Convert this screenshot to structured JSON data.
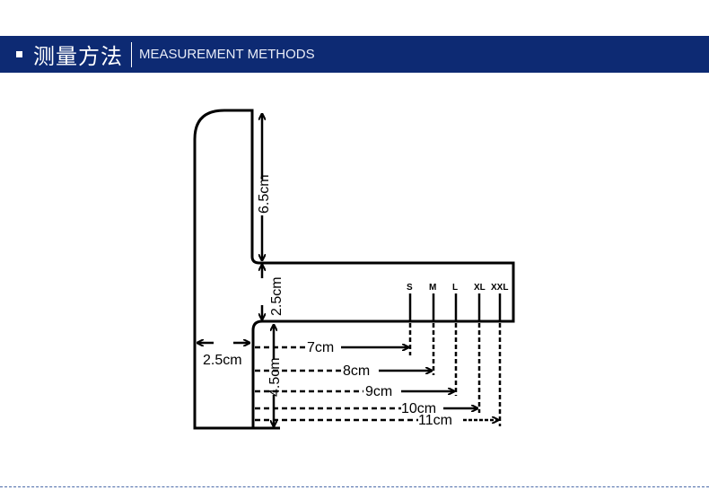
{
  "header": {
    "title_zh": "测量方法",
    "title_en": "MEASUREMENT METHODS"
  },
  "diagram": {
    "top_height": "6.5cm",
    "gap_height": "2.5cm",
    "bottom_height": "4.5cm",
    "width": "2.5cm",
    "sizes": [
      {
        "size": "S",
        "length": "7cm"
      },
      {
        "size": "M",
        "length": "8cm"
      },
      {
        "size": "L",
        "length": "9cm"
      },
      {
        "size": "XL",
        "length": "10cm"
      },
      {
        "size": "XXL",
        "length": "11cm"
      }
    ]
  }
}
